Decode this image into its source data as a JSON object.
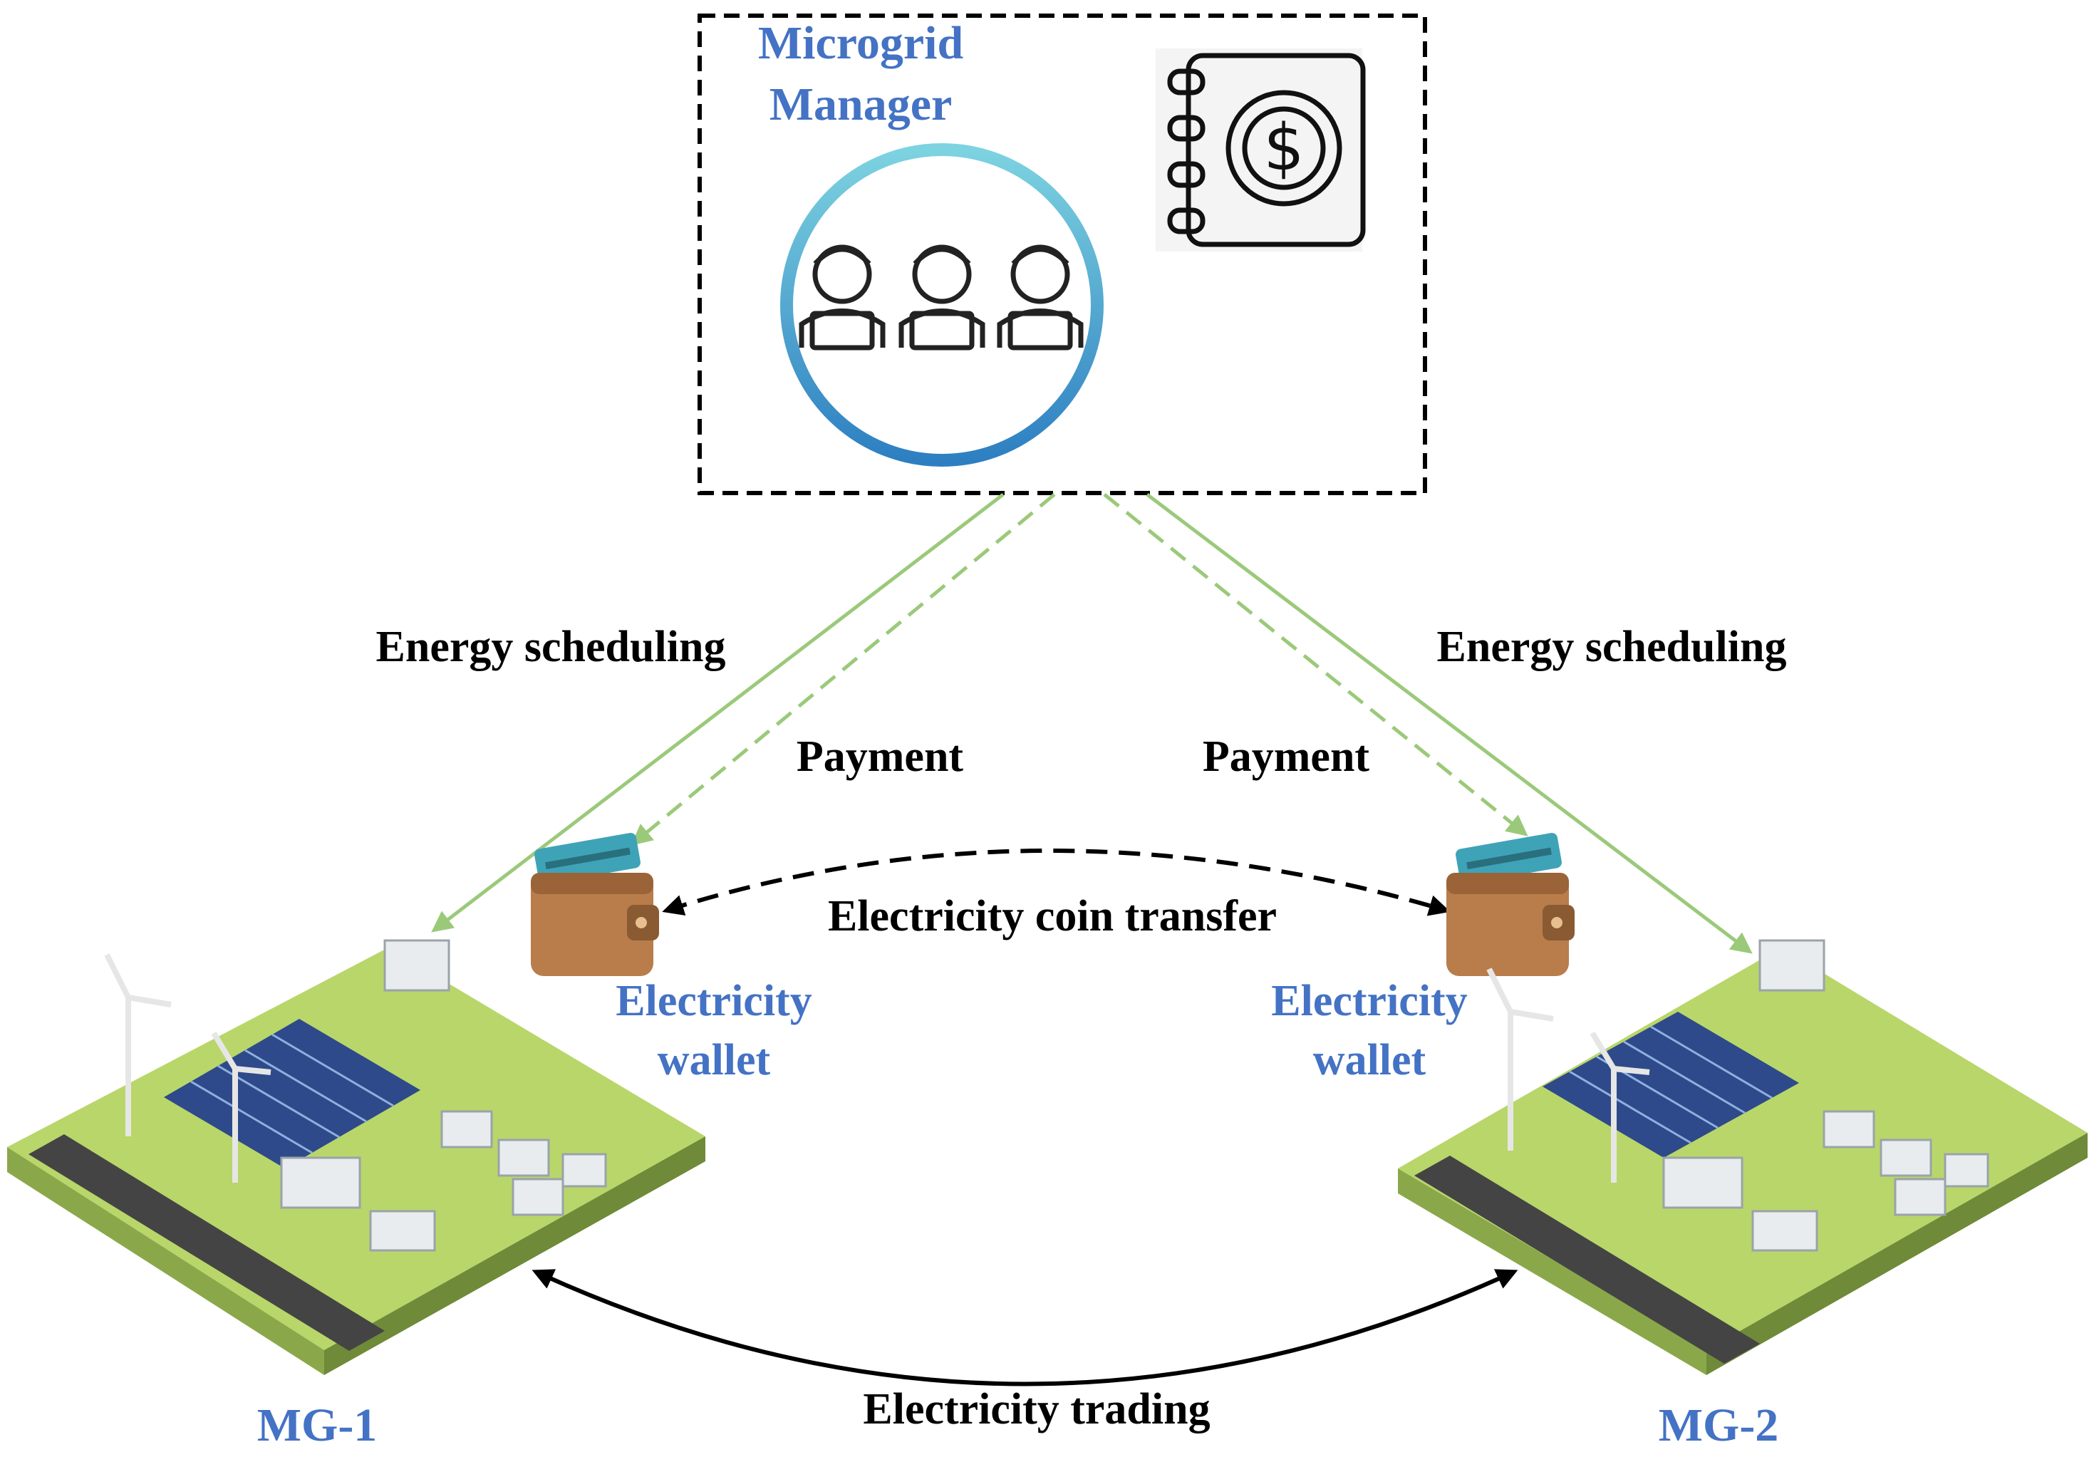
{
  "manager": {
    "title_line1": "Microgrid",
    "title_line2": "Manager"
  },
  "labels": {
    "energy_scheduling_left": "Energy scheduling",
    "energy_scheduling_right": "Energy scheduling",
    "payment_left": "Payment",
    "payment_right": "Payment",
    "coin_transfer": "Electricity coin transfer",
    "trading": "Electricity trading"
  },
  "wallets": [
    {
      "line1": "Electricity",
      "line2": "wallet"
    },
    {
      "line1": "Electricity",
      "line2": "wallet"
    }
  ],
  "microgrids": [
    {
      "name": "MG-1"
    },
    {
      "name": "MG-2"
    }
  ],
  "colors": {
    "label_blue": "#4472c4",
    "arrow_green": "#9bc97a",
    "circle_gradient_top": "#7dd3e0",
    "circle_gradient_bottom": "#2d7fc1",
    "wallet_brown": "#b87d4b",
    "card_teal": "#3fa3b8",
    "ground_green": "#b9d66a"
  },
  "icons": [
    "people-group-icon",
    "ledger-dollar-icon",
    "wallet-icon",
    "wind-turbine-icon",
    "solar-panel-icon"
  ]
}
